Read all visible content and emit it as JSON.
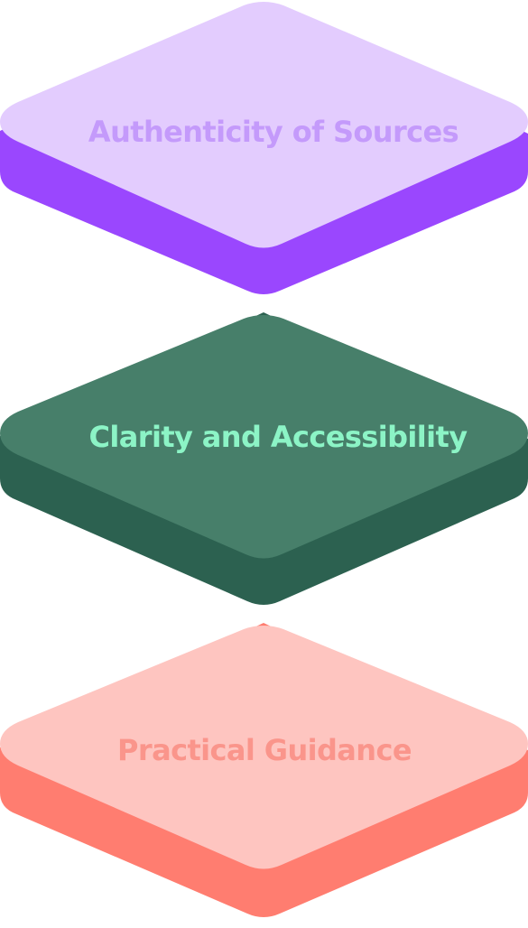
{
  "layers": [
    {
      "label": "Authenticity of Sources",
      "top_color": "#E3CCFE",
      "side_color": "#9A47FE",
      "text_color": "#C49AFB"
    },
    {
      "label": "Clarity and Accessibility",
      "top_color": "#477F6A",
      "side_color": "#2C6150",
      "text_color": "#8CF4C6"
    },
    {
      "label": "Practical Guidance",
      "top_color": "#FEC5C0",
      "side_color": "#FF7D70",
      "text_color": "#FA958B"
    }
  ]
}
